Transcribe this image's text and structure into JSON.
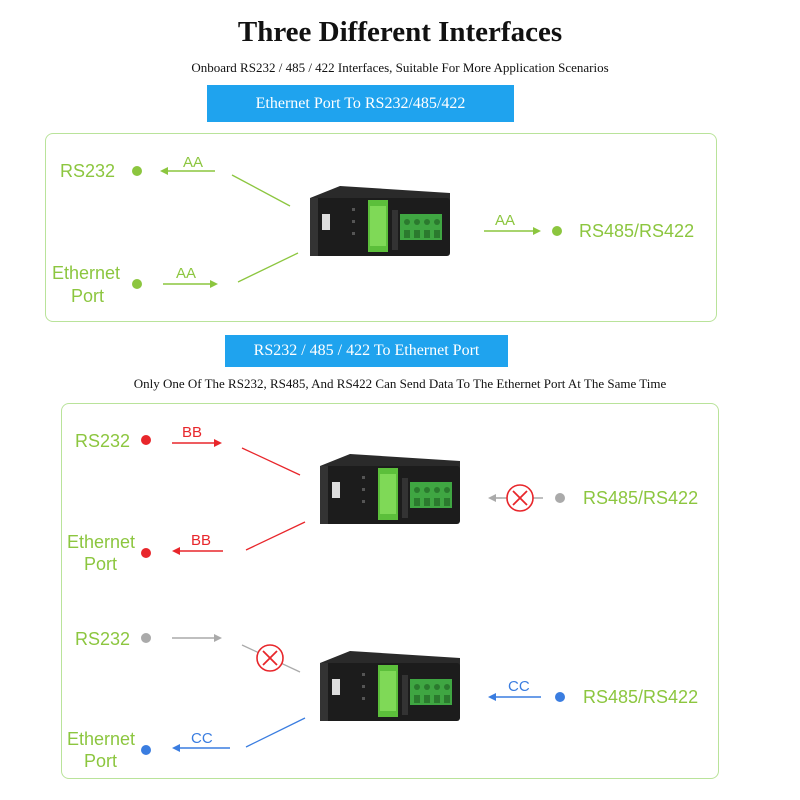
{
  "header": {
    "title": "Three Different Interfaces",
    "subtitle": "Onboard RS232 / 485 / 422 Interfaces, Suitable For More Application Scenarios"
  },
  "section1": {
    "banner": "Ethernet Port To RS232/485/422",
    "left_top_label": "RS232",
    "left_bottom_label_line1": "Ethernet",
    "left_bottom_label_line2": "Port",
    "right_label": "RS485/RS422",
    "arrow_rs232_label": "AA",
    "arrow_eth_label": "AA",
    "arrow_rs485_label": "AA"
  },
  "section2": {
    "banner": "RS232 / 485 / 422 To Ethernet Port",
    "note": "Only One Of The RS232, RS485, And RS422 Can Send Data To The Ethernet Port At The Same Time",
    "scenario_a": {
      "left_top_label": "RS232",
      "left_bottom_label_line1": "Ethernet",
      "left_bottom_label_line2": "Port",
      "right_label": "RS485/RS422",
      "arrow_rs232_label": "BB",
      "arrow_eth_label": "BB"
    },
    "scenario_b": {
      "left_top_label": "RS232",
      "left_bottom_label_line1": "Ethernet",
      "left_bottom_label_line2": "Port",
      "right_label": "RS485/RS422",
      "arrow_rs485_label": "CC",
      "arrow_eth_label": "CC"
    }
  },
  "colors": {
    "green": "#8cc63f",
    "red": "#e8262b",
    "blue": "#3a7de0",
    "gray": "#aaaaaa",
    "banner": "#1fa3ee"
  },
  "icons": {
    "device": "serial-server-device",
    "blocked": "blocked-x-icon"
  }
}
